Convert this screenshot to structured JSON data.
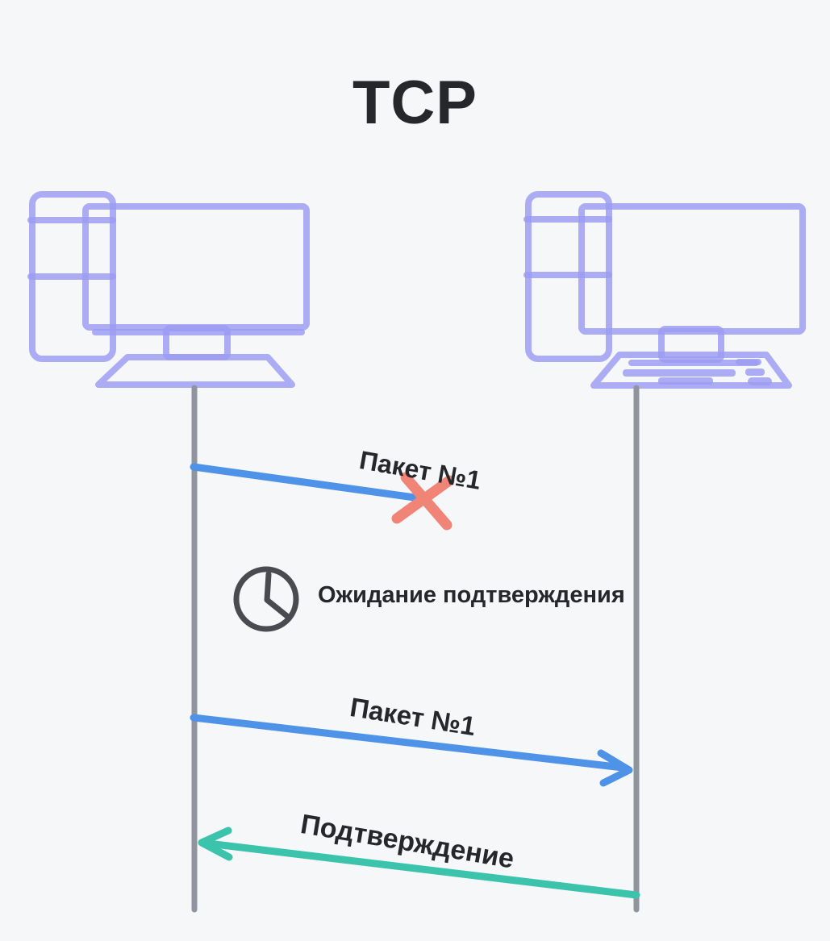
{
  "title": "TCP",
  "colors": {
    "bg": "#f6f7f9",
    "ink": "#26272b",
    "computer": "#9b9bf3",
    "lifeline": "#8f949d",
    "packet": "#4f93e8",
    "ack": "#3cc3ab",
    "lost": "#f08476",
    "clock": "#4a4b50"
  },
  "diagram": {
    "type": "sequence",
    "actors": [
      {
        "id": "sender",
        "icon": "desktop-computer-icon",
        "side": "left"
      },
      {
        "id": "receiver",
        "icon": "desktop-computer-with-keyboard-icon",
        "side": "right"
      }
    ],
    "events": [
      {
        "label": "Пакет №1",
        "kind": "message",
        "from": "sender",
        "to": "receiver",
        "arrow_color": "#4f93e8",
        "result": "lost",
        "marker": "x-lost-icon"
      },
      {
        "label": "Ожидание подтверждения",
        "kind": "wait",
        "actor": "sender",
        "icon": "clock-icon"
      },
      {
        "label": "Пакет №1",
        "kind": "message",
        "from": "sender",
        "to": "receiver",
        "arrow_color": "#4f93e8",
        "result": "delivered"
      },
      {
        "label": "Подтверждение",
        "kind": "message",
        "from": "receiver",
        "to": "sender",
        "arrow_color": "#3cc3ab",
        "result": "delivered"
      }
    ]
  }
}
